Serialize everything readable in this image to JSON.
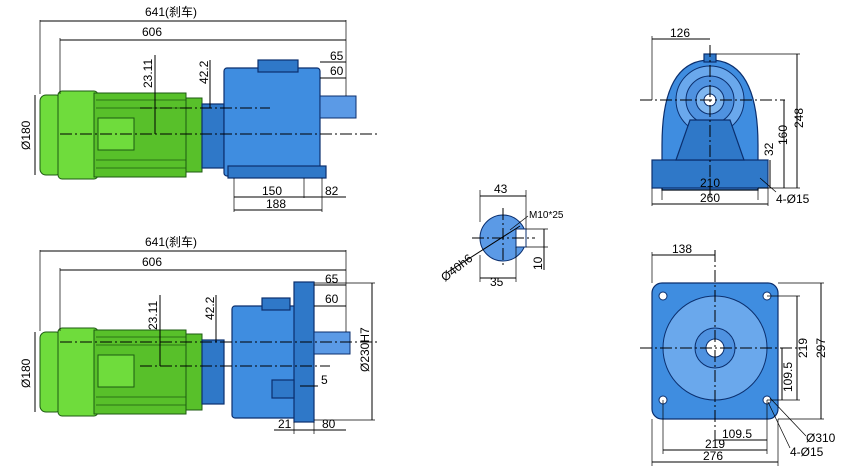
{
  "top_side": {
    "overall": "641(刹车)",
    "length": "606",
    "h1": "65",
    "h2": "60",
    "d_motor": "Ø180",
    "d1": "23.11",
    "d2": "42.2",
    "base1": "150",
    "base2": "188",
    "base3": "82"
  },
  "top_front": {
    "w1": "126",
    "w2": "210",
    "w3": "260",
    "h1": "160",
    "h2": "248",
    "h3": "32",
    "holes": "4-Ø15"
  },
  "shaft": {
    "w1": "43",
    "w2": "35",
    "d": "Ø40h6",
    "tap": "M10*25",
    "k": "10"
  },
  "bottom_side": {
    "overall": "641(刹车)",
    "length": "606",
    "h1": "65",
    "h2": "60",
    "d_motor": "Ø180",
    "d1": "23.11",
    "d2": "42.2",
    "flange": "Ø230H7",
    "s5": "5",
    "b1": "21",
    "b2": "80"
  },
  "bottom_front": {
    "w1": "138",
    "w2": "219",
    "w3": "276",
    "w4": "109.5",
    "h1": "219",
    "h2": "297",
    "h3": "109.5",
    "pcd": "Ø310",
    "holes": "4-Ø15"
  }
}
